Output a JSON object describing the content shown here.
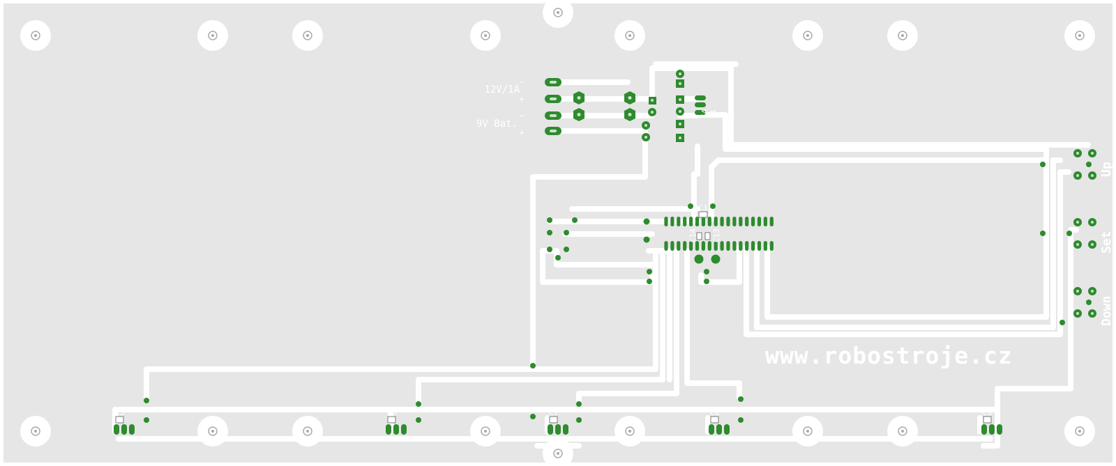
{
  "colors": {
    "board": "#e6e6e6",
    "trace": "#ffffff",
    "pad": "#2e8b2e",
    "drill": "#cfe0cf",
    "silkscreen": "#ffffff",
    "smd_outline": "#777777"
  },
  "labels": {
    "power_12v": "12V/1A",
    "battery_9v": "9V Bat.",
    "minus_1": "−",
    "plus_1": "+",
    "minus_2": "−",
    "plus_2": "+",
    "button_up": "Up",
    "button_set": "Set",
    "button_down": "Down",
    "website": "www.robostroje.cz"
  },
  "components": {
    "c1": "C1",
    "c3": "C3",
    "c4": "C4",
    "c5": "C5",
    "c6": "C6",
    "c7": "C7",
    "c8": "C8",
    "c9": "C9",
    "c13": "C13",
    "c14": "C14"
  }
}
